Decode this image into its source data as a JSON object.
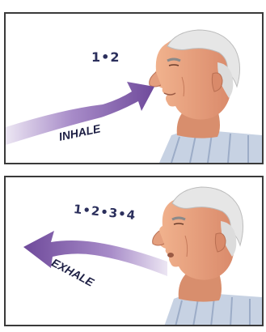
{
  "panels": {
    "inhale": {
      "count_text": "1•2",
      "arrow_label": "INHALE"
    },
    "exhale": {
      "count_text": "1•2•3•4",
      "arrow_label": "EXHALE"
    }
  },
  "colors": {
    "arrow": "#7c57a7",
    "arrow_light": "#e3dbee",
    "text": "#2b2f5c",
    "skin": "#e7a07c",
    "hair": "#d9d9d9",
    "shirt": "#b8c6dc"
  }
}
